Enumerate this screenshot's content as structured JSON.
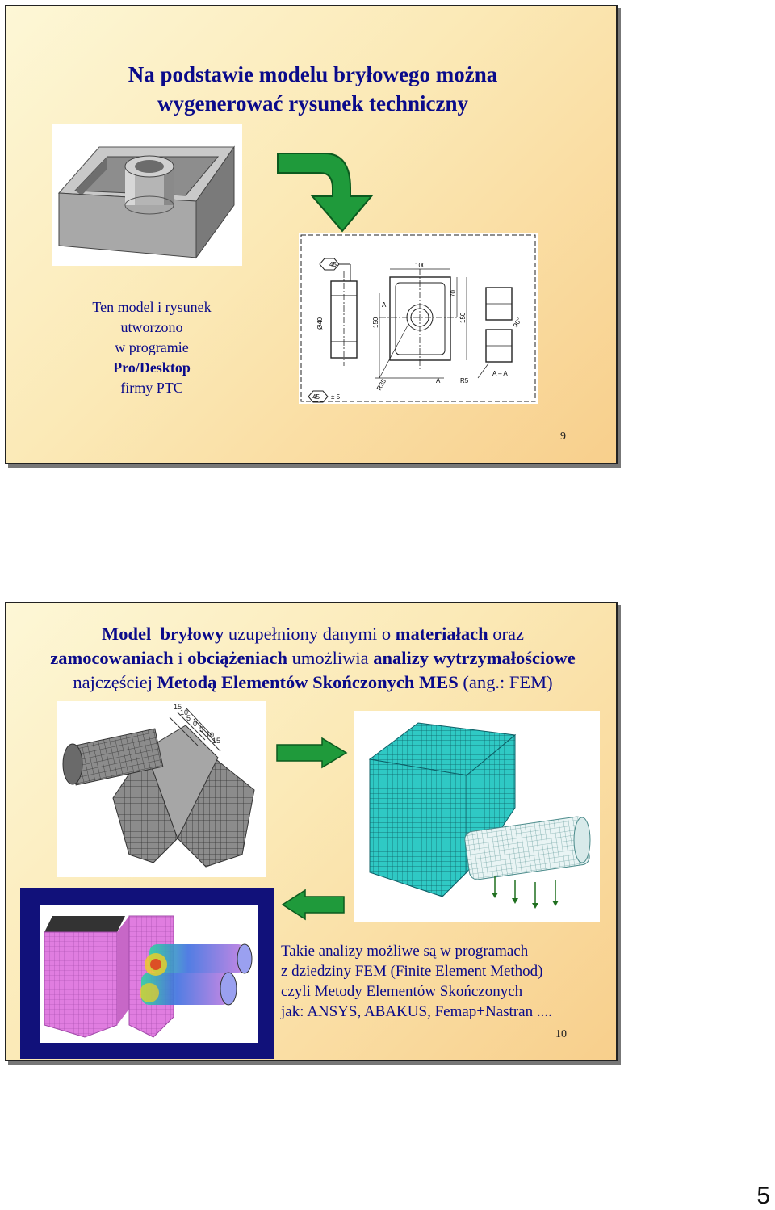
{
  "slide1": {
    "title_line1": "Na podstawie modelu bryłowego można",
    "title_line2": "wygenerować rysunek techniczny",
    "note": {
      "line1": "Ten model i rysunek",
      "line2": "utworzono",
      "line3": "w programie",
      "line4": "Pro/Desktop",
      "line5": "firmy PTC"
    },
    "page_number": "9",
    "drawing_labels": {
      "dim_100": "100",
      "dim_70": "70",
      "dim_150_left": "150",
      "dim_150_right": "150",
      "dim_phi40": "Ø40",
      "dim_r35": "R35",
      "dim_r5": "R5",
      "dim_90": "90°",
      "section_a_top": "A",
      "section_a_bottom": "A",
      "section_label": "A – A",
      "tol_45_top": "45",
      "tol_45_bottom": "45",
      "tol_value": "± 5"
    }
  },
  "slide2": {
    "heading": {
      "w1": "Model",
      "w2": "bryłowy",
      "w3": "uzupełniony danymi o",
      "w4": "materiałach",
      "w5": "oraz",
      "w6": "zamocowaniach",
      "w7": "i",
      "w8": "obciążeniach",
      "w9": "umożliwia",
      "w10": "analizy wytrzymałościowe",
      "w11": "najczęściej",
      "w12": "Metodą Elementów Skończonych MES",
      "w13": "(ang.: FEM)"
    },
    "info": {
      "line1": "Takie analizy możliwe są w programach",
      "line2": "z dziedziny FEM (Finite Element Method)",
      "line3": "czyli Metody Elementów Skończonych",
      "line4": "jak: ANSYS, ABAKUS, Femap+Nastran ...."
    },
    "page_number": "10",
    "load_labels": [
      "15",
      "10",
      "5",
      "0",
      "5",
      "10",
      "15"
    ]
  },
  "document_page_number": "5",
  "colors": {
    "title_blue": "#0a0a8a",
    "arrow_green": "#1f9a3b",
    "mesh_cyan": "#2fc9c4",
    "mesh_magenta": "#e07de0",
    "frame_navy": "#11117a"
  }
}
